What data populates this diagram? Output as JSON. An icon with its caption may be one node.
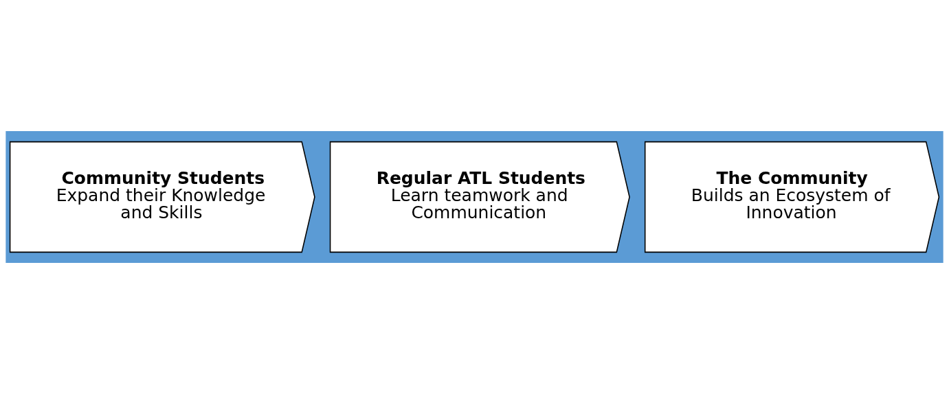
{
  "diagram": {
    "nodes": [
      {
        "text": [
          "Community Students",
          "Expand their Knowledge and Skills"
        ]
      },
      {
        "text": [
          "Regular ATL Students",
          "Learn teamwork and Communication"
        ]
      },
      {
        "text": [
          "The Community",
          "Builds an Ecosystem of Innovation"
        ]
      }
    ]
  }
}
